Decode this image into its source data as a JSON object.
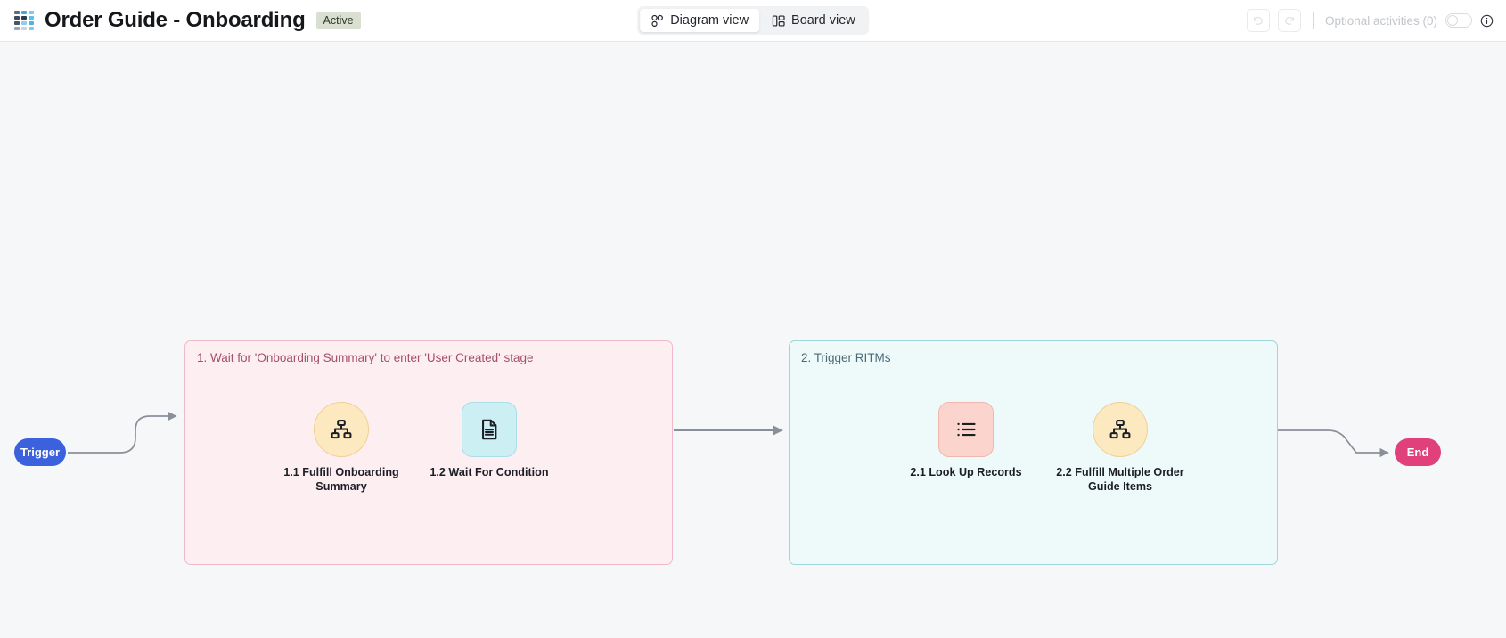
{
  "header": {
    "logo_icon": "servicenow-grid-logo-icon",
    "title": "Order Guide - Onboarding",
    "status_badge": "Active",
    "view_tabs": [
      {
        "id": "diagram",
        "label": "Diagram view",
        "icon": "diagram-view-icon",
        "active": true
      },
      {
        "id": "board",
        "label": "Board view",
        "icon": "board-view-icon",
        "active": false
      }
    ],
    "undo_icon": "undo-icon",
    "redo_icon": "redo-icon",
    "optional_activities_label": "Optional activities (0)",
    "optional_activities_toggle": "off",
    "info_icon": "info-circle-icon"
  },
  "colors": {
    "accent_trigger": "#3c61dd",
    "accent_end": "#e0417a",
    "group1_bg": "#fdeef2",
    "group1_border": "#efb9ca",
    "group1_title": "#a35068",
    "group2_bg": "#eefafa",
    "group2_border": "#9fd4da",
    "group2_title": "#4b6a77",
    "node_amber": "#fce9c0",
    "node_cyan": "#cceff3",
    "node_salmon": "#fbd5cd",
    "edge": "#8a9099",
    "badge_bg": "#d9e0d2",
    "canvas_bg": "#f6f7f9"
  },
  "flow": {
    "start_node": {
      "label": "Trigger"
    },
    "end_node": {
      "label": "End"
    },
    "groups": [
      {
        "id": "group-1",
        "title": "1. Wait for 'Onboarding Summary' to enter 'User Created' stage",
        "nodes": [
          {
            "id": "1.1",
            "label": "1.1 Fulfill Onboarding Summary",
            "icon": "hierarchy-icon",
            "shape": "circle",
            "fill": "amber"
          },
          {
            "id": "1.2",
            "label": "1.2 Wait For Condition",
            "icon": "document-icon",
            "shape": "rounded-square",
            "fill": "cyan"
          }
        ]
      },
      {
        "id": "group-2",
        "title": "2. Trigger RITMs",
        "nodes": [
          {
            "id": "2.1",
            "label": "2.1 Look Up Records",
            "icon": "list-icon",
            "shape": "rounded-square",
            "fill": "salmon"
          },
          {
            "id": "2.2",
            "label": "2.2 Fulfill Multiple Order Guide Items",
            "icon": "hierarchy-icon",
            "shape": "circle",
            "fill": "amber"
          }
        ]
      }
    ]
  }
}
